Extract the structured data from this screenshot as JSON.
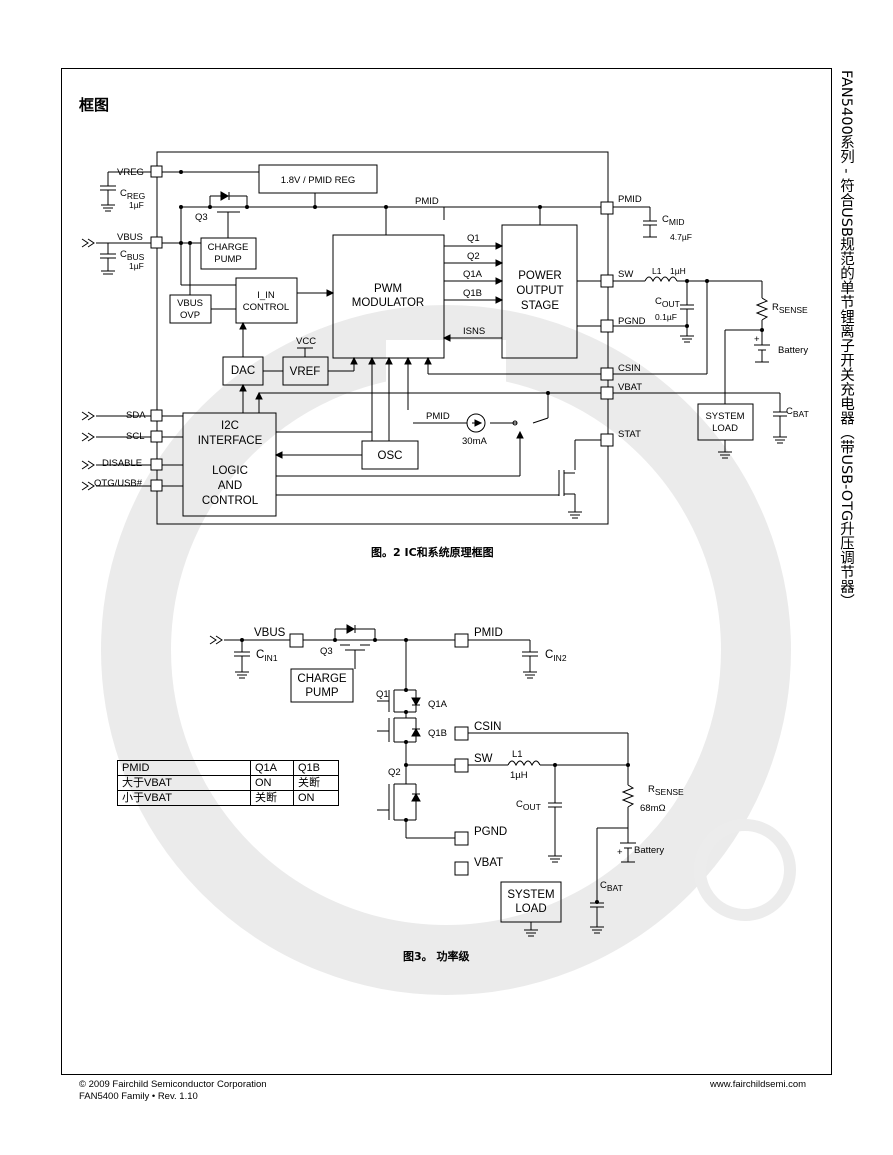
{
  "doc": {
    "section_title": "框图",
    "side_title": "FAN5400系列 - 符合USB规范的单节锂离子开关充电器（带USB-OTG升压调节器）",
    "figure2_caption": "图。2   IC和系统原理框图",
    "figure3_caption": "图3。    功率级",
    "footer_left_1": "© 2009 Fairchild Semiconductor Corporation",
    "footer_left_2": "FAN5400 Family  •  Rev. 1.10",
    "footer_right": "www.fairchildsemi.com"
  },
  "fig2": {
    "pins_left": [
      "VREG",
      "VBUS",
      "SDA",
      "SCL",
      "DISABLE",
      "OTG/USB#"
    ],
    "pins_right": [
      "PMID",
      "SW",
      "PGND",
      "CSIN",
      "VBAT",
      "STAT"
    ],
    "cap_reg": "C",
    "cap_reg_sub": "REG",
    "cap_reg_val": "1µF",
    "cap_bus": "C",
    "cap_bus_sub": "BUS",
    "cap_bus_val": "1µF",
    "cap_mid": "C",
    "cap_mid_sub": "MID",
    "cap_mid_val": "4.7µF",
    "cap_out": "C",
    "cap_out_sub": "OUT",
    "cap_out_val": "0.1µF",
    "cap_bat": "C",
    "cap_bat_sub": "BAT",
    "rsense": "R",
    "rsense_sub": "SENSE",
    "inductor": "L1",
    "inductor_val": "1µH",
    "battery": "Battery",
    "plus": "+",
    "pmid_bus": "PMID",
    "pmid_src": "PMID",
    "q3": "Q3",
    "vcc": "VCC",
    "isns": "ISNS",
    "current": "30mA",
    "signals": [
      "Q1",
      "Q2",
      "Q1A",
      "Q1B"
    ],
    "blocks": {
      "reg": "1.8V / PMID REG",
      "charge_pump_1": "CHARGE",
      "charge_pump_2": "PUMP",
      "vbus_ovp_1": "VBUS",
      "vbus_ovp_2": "OVP",
      "iin_1": "I_IN",
      "iin_2": "CONTROL",
      "pwm_1": "PWM",
      "pwm_2": "MODULATOR",
      "pos_1": "POWER",
      "pos_2": "OUTPUT",
      "pos_3": "STAGE",
      "dac": "DAC",
      "vref": "VREF",
      "i2c_1": "I2C",
      "i2c_2": "INTERFACE",
      "logic_1": "LOGIC",
      "logic_2": "AND",
      "logic_3": "CONTROL",
      "osc": "OSC",
      "sysload_1": "SYSTEM",
      "sysload_2": "LOAD"
    }
  },
  "fig3": {
    "vbus": "VBUS",
    "pmid": "PMID",
    "csin": "CSIN",
    "sw": "SW",
    "pgnd": "PGND",
    "vbat": "VBAT",
    "cin1": "C",
    "cin1_sub": "IN1",
    "cin2": "C",
    "cin2_sub": "IN2",
    "q3": "Q3",
    "q1": "Q1",
    "q1a": "Q1A",
    "q1b": "Q1B",
    "q2": "Q2",
    "charge_pump_1": "CHARGE",
    "charge_pump_2": "PUMP",
    "inductor": "L1",
    "inductor_val": "1µH",
    "cout": "C",
    "cout_sub": "OUT",
    "rsense": "R",
    "rsense_sub": "SENSE",
    "rsense_val": "68mΩ",
    "battery": "Battery",
    "plus": "+",
    "cbat": "C",
    "cbat_sub": "BAT",
    "sysload_1": "SYSTEM",
    "sysload_2": "LOAD",
    "table": {
      "header": [
        "PMID",
        "Q1A",
        "Q1B"
      ],
      "rows": [
        [
          "大于VBAT",
          "ON",
          "关断"
        ],
        [
          "小于VBAT",
          "关断",
          "ON"
        ]
      ]
    }
  }
}
